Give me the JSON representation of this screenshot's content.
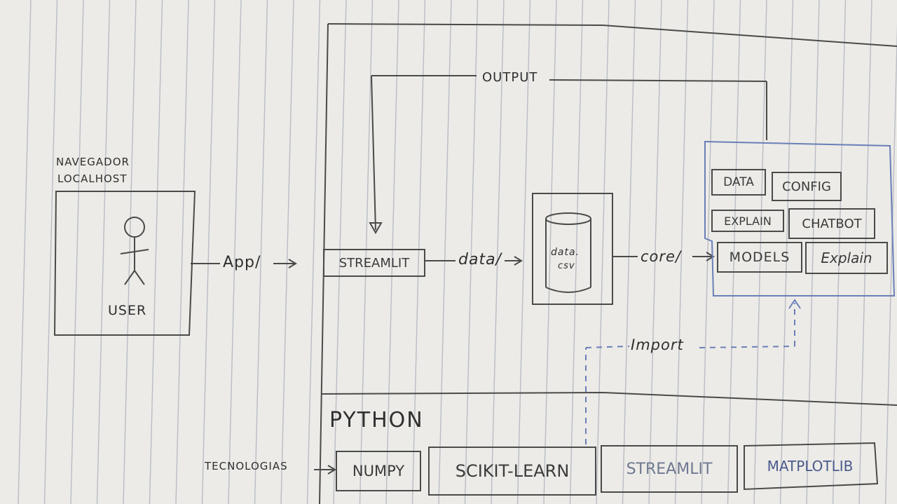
{
  "user_panel": {
    "title_line1": "NAVEGADOR",
    "title_line2": "LOCALHOST",
    "actor_label": "USER"
  },
  "edges": {
    "app": "App/",
    "data": "data/",
    "core": "core/",
    "output": "OUTPUT",
    "import": "Import"
  },
  "nodes": {
    "streamlit": "STREAMLIT",
    "datastore_line1": "data.",
    "datastore_line2": "csv"
  },
  "core_modules": [
    "DATA",
    "CONFIG",
    "EXPLAIN",
    "CHATBOT",
    "MODELS",
    "Explain"
  ],
  "python": {
    "label": "PYTHON",
    "tecnologias_label": "TECNOLOGIAS",
    "technologies": [
      "NUMPY",
      "SCIKIT-LEARN",
      "STREAMLIT",
      "MATPLOTLIB"
    ]
  },
  "colors": {
    "paper": "#ecebe7",
    "rule_line": "#b9bcc4",
    "ink": "#3a3a3a",
    "blue_ink": "#6b7fb8"
  }
}
